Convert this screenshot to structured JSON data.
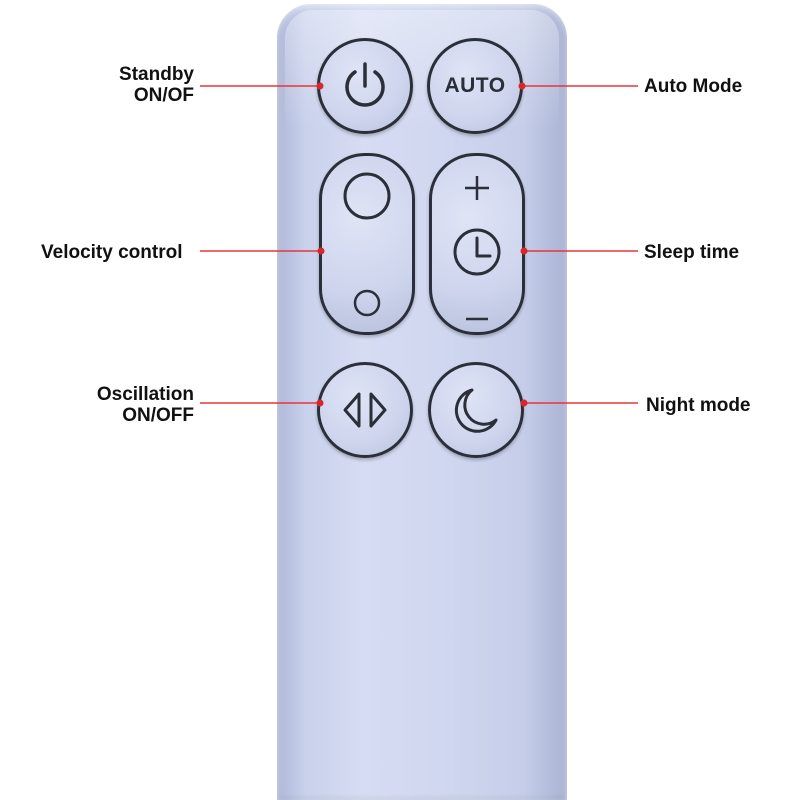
{
  "labels": {
    "standby_line1": "Standby",
    "standby_line2": "ON/OF",
    "auto_mode": "Auto Mode",
    "velocity_control": "Velocity control",
    "sleep_time": "Sleep time",
    "oscillation_line1": "Oscillation",
    "oscillation_line2": "ON/OFF",
    "night_mode": "Night mode"
  },
  "buttons": {
    "auto_text": "AUTO"
  },
  "icons": {
    "standby": "power-icon",
    "velocity_up": "large-circle-icon",
    "velocity_down": "small-circle-icon",
    "sleep_plus": "plus-icon",
    "sleep_clock": "clock-icon",
    "sleep_minus": "minus-icon",
    "oscillation": "left-right-triangles-icon",
    "night": "crescent-moon-icon"
  },
  "colors": {
    "remote_body": "#cdd4ec",
    "button_outline": "#2b2f3a",
    "callout_line": "#e8353a",
    "callout_dot": "#d8262b",
    "label_text": "#111111"
  }
}
